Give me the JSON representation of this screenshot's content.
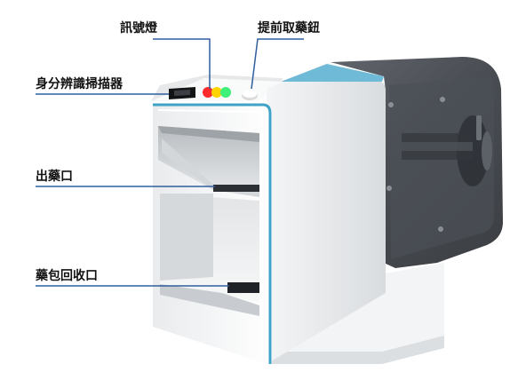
{
  "callouts": {
    "signal_light": "訊號燈",
    "early_pickup_button": "提前取藥鈕",
    "id_scanner": "身分辨識掃描器",
    "dispense_outlet": "出藥口",
    "bag_return_outlet": "藥包回收口"
  },
  "colors": {
    "leader_line": "#2f5f9e",
    "accent_trim": "#3fa3c8",
    "indicator_red": "#ff2a2a",
    "indicator_yellow": "#ffd400",
    "indicator_green": "#3ef07a",
    "enclosure_smoke": "#3a3e44"
  }
}
